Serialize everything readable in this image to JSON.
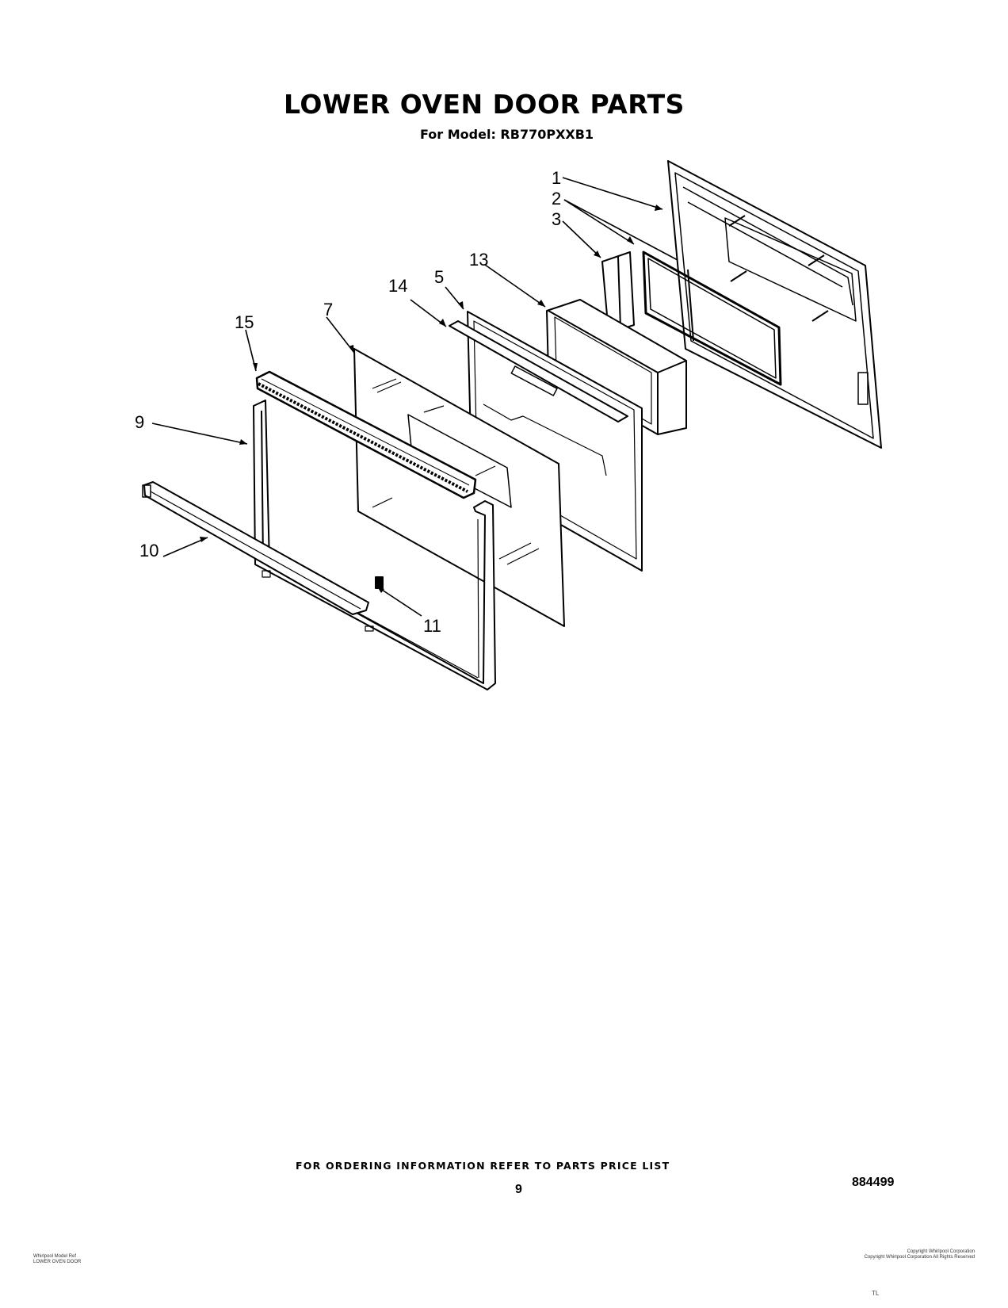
{
  "header": {
    "title": "LOWER OVEN DOOR PARTS",
    "model_prefix": "For Model:",
    "model": "RB770PXXB1"
  },
  "callouts": [
    {
      "id": "c1",
      "label": "1"
    },
    {
      "id": "c2",
      "label": "2"
    },
    {
      "id": "c3",
      "label": "3"
    },
    {
      "id": "c5",
      "label": "5"
    },
    {
      "id": "c7",
      "label": "7"
    },
    {
      "id": "c9",
      "label": "9"
    },
    {
      "id": "c10",
      "label": "10"
    },
    {
      "id": "c11",
      "label": "11"
    },
    {
      "id": "c13",
      "label": "13"
    },
    {
      "id": "c14",
      "label": "14"
    },
    {
      "id": "c15",
      "label": "15"
    }
  ],
  "footer": {
    "ordering_note": "FOR ORDERING INFORMATION REFER TO PARTS PRICE LIST",
    "page_number": "9",
    "document_number": "884499",
    "fine_print_left": [
      "Whirlpool Model Ref",
      "LOWER OVEN DOOR"
    ],
    "fine_print_right": [
      "Copyright Whirlpool Corporation",
      "Copyright Whirlpool Corporation All Rights Reserved"
    ],
    "tail_mark": "TL"
  }
}
